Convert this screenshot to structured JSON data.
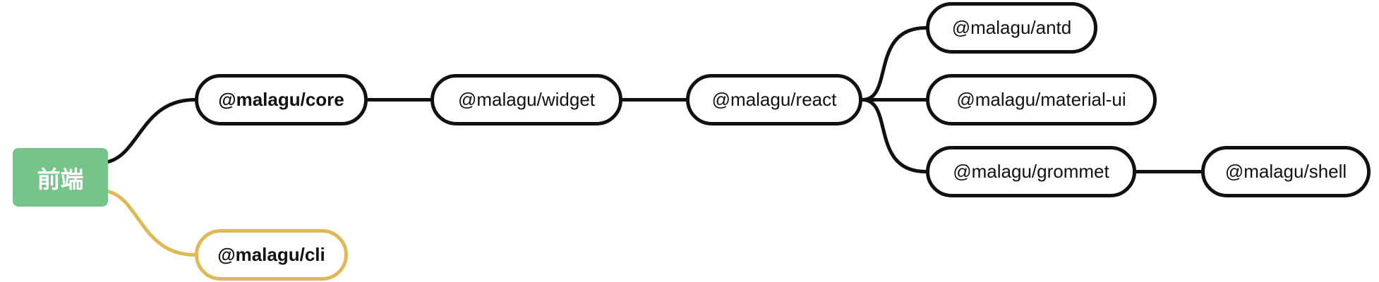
{
  "mindmap": {
    "root": {
      "label": "前端",
      "color": "#77c48a"
    },
    "nodes": [
      {
        "id": "core",
        "label": "@malagu/core",
        "parent": "root",
        "bold": true
      },
      {
        "id": "widget",
        "label": "@malagu/widget",
        "parent": "core",
        "bold": false
      },
      {
        "id": "react",
        "label": "@malagu/react",
        "parent": "widget",
        "bold": false
      },
      {
        "id": "antd",
        "label": "@malagu/antd",
        "parent": "react",
        "bold": false
      },
      {
        "id": "material-ui",
        "label": "@malagu/material-ui",
        "parent": "react",
        "bold": false
      },
      {
        "id": "grommet",
        "label": "@malagu/grommet",
        "parent": "react",
        "bold": false
      },
      {
        "id": "shell",
        "label": "@malagu/shell",
        "parent": "grommet",
        "bold": false
      },
      {
        "id": "cli",
        "label": "@malagu/cli",
        "parent": "root",
        "bold": true,
        "accent": true
      }
    ],
    "colors": {
      "line": "#111111",
      "accent": "#e0b855",
      "root_text": "#ffffff"
    }
  }
}
